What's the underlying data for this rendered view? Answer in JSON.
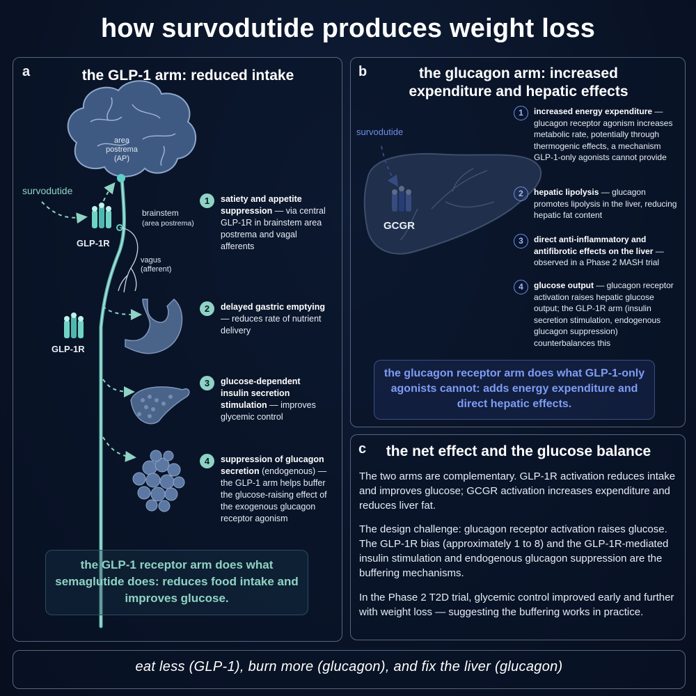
{
  "title": "how survodutide produces weight loss",
  "panel_a": {
    "label": "a",
    "heading": "the GLP-1 arm: reduced intake",
    "drug": "survodutide",
    "receptor_top": "GLP-1R",
    "receptor_bottom": "GLP-1R",
    "ap_label": "area\npostrema\n(AP)",
    "brainstem_label": "brainstem",
    "brainstem_sub": "(area postrema)",
    "vagus_label": "vagus\n(afferent)",
    "steps": [
      {
        "num": "1",
        "bold": "satiety and appetite suppression",
        "text": " — via central GLP-1R in brainstem area postrema and vagal afferents"
      },
      {
        "num": "2",
        "bold": "delayed gastric emptying",
        "text": " — reduces rate of nutrient delivery"
      },
      {
        "num": "3",
        "bold": "glucose-dependent insulin secretion stimulation",
        "text": " — improves glycemic control"
      },
      {
        "num": "4",
        "bold": "suppression of glucagon secretion",
        "text": " (endogenous) — the GLP-1 arm helps buffer the glucose-raising effect of the exogenous glucagon receptor agonism"
      }
    ],
    "callout": "the GLP-1 receptor arm does what semaglutide does: reduces food intake and improves glucose."
  },
  "panel_b": {
    "label": "b",
    "heading": "the glucagon arm: increased expenditure and hepatic effects",
    "drug": "survodutide",
    "receptor": "GCGR",
    "steps": [
      {
        "num": "1",
        "bold": "increased energy expenditure",
        "text": " — glucagon receptor agonism increases metabolic rate, potentially through thermogenic effects, a mechanism GLP-1-only agonists cannot provide"
      },
      {
        "num": "2",
        "bold": "hepatic lipolysis",
        "text": " — glucagon promotes lipolysis in the liver, reducing hepatic fat content"
      },
      {
        "num": "3",
        "bold": "direct anti-inflammatory and antifibrotic effects on the liver",
        "text": " — observed in a Phase 2 MASH trial"
      },
      {
        "num": "4",
        "bold": "glucose output",
        "text": " — glucagon receptor activation raises hepatic glucose output; the GLP-1R arm (insulin secretion stimulation, endogenous glucagon suppression) counterbalances this"
      }
    ],
    "callout": "the glucagon receptor arm does what GLP-1-only agonists cannot: adds energy expenditure and direct hepatic effects."
  },
  "panel_c": {
    "label": "c",
    "heading": "the net effect and the glucose balance",
    "paragraphs": [
      "The two arms are complementary. GLP-1R activation reduces intake and improves glucose; GCGR activation increases expenditure and reduces liver fat.",
      "The design challenge: glucagon receptor activation raises glucose. The GLP-1R bias (approximately 1 to 8) and the GLP-1R-mediated insulin stimulation and endogenous glucagon suppression are the buffering mechanisms.",
      "In the Phase 2 T2D trial, glycemic control improved early and further with weight loss — suggesting the buffering works in practice."
    ]
  },
  "footer": "eat less (GLP-1), burn more (glucagon), and fix the liver (glucagon)",
  "colors": {
    "background": "#0a1428",
    "glp1_accent": "#8fd3c4",
    "glucagon_accent": "#6e8fe8",
    "organ_fill": "#4a6388",
    "border": "#56667f"
  }
}
